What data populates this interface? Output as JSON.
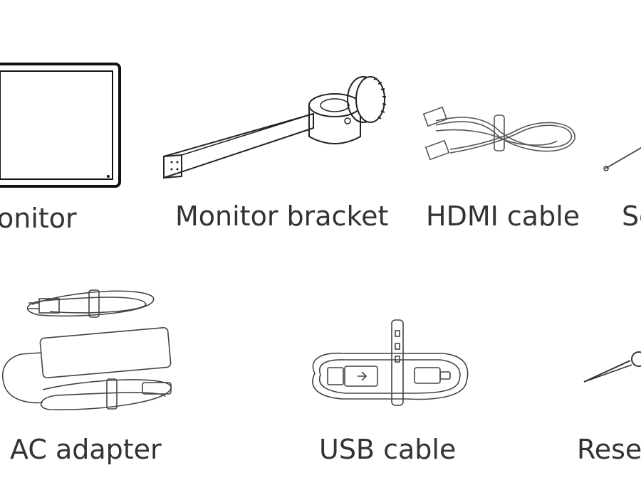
{
  "row1": {
    "monitor_label": "onitor",
    "bracket_label": "Monitor bracket",
    "hdmi_label": "HDMI cable",
    "screw_label": "Sc"
  },
  "row2": {
    "adapter_label": "AC adapter",
    "usb_label": "USB cable",
    "reset_label": "Reset"
  }
}
